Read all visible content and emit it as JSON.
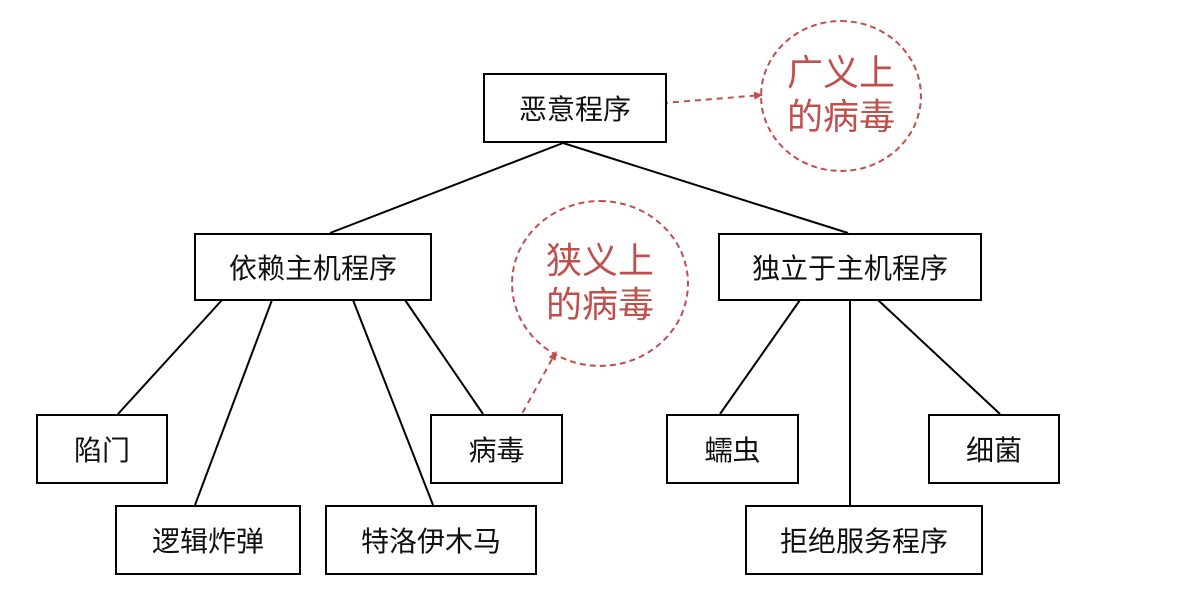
{
  "diagram": {
    "nodes": {
      "root": "恶意程序",
      "host_dependent": "依赖主机程序",
      "host_independent": "独立于主机程序",
      "trapdoor": "陷门",
      "logic_bomb": "逻辑炸弹",
      "trojan_horse": "特洛伊木马",
      "virus": "病毒",
      "worm": "蠕虫",
      "bacteria": "细菌",
      "dos_program": "拒绝服务程序"
    },
    "annotations": {
      "broad_virus": [
        "广义上",
        "的病毒"
      ],
      "narrow_virus": [
        "狭义上",
        "的病毒"
      ]
    },
    "colors": {
      "annotation": "#c0504d",
      "box_border": "#000000",
      "line": "#000000"
    }
  }
}
